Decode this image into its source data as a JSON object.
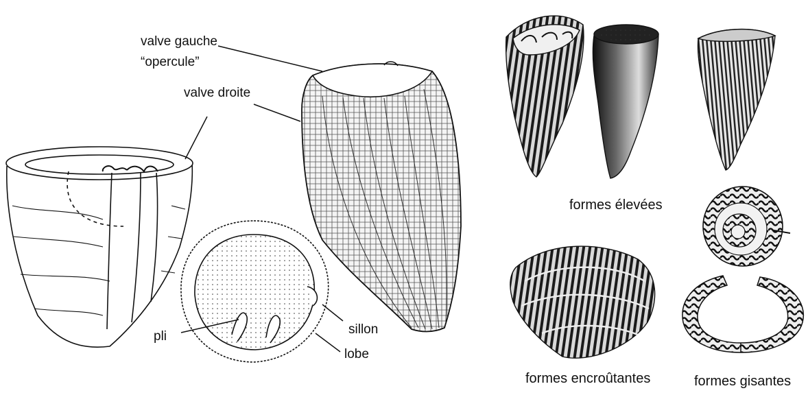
{
  "labels": {
    "valve_gauche": "valve gauche",
    "opercule": "“opercule”",
    "valve_droite": "valve droite",
    "pli": "pli",
    "sillon": "sillon",
    "lobe": "lobe"
  },
  "captions": {
    "elevees": "formes élevées",
    "encroutantes": "formes encroûtantes",
    "gisantes": "formes gisantes"
  }
}
